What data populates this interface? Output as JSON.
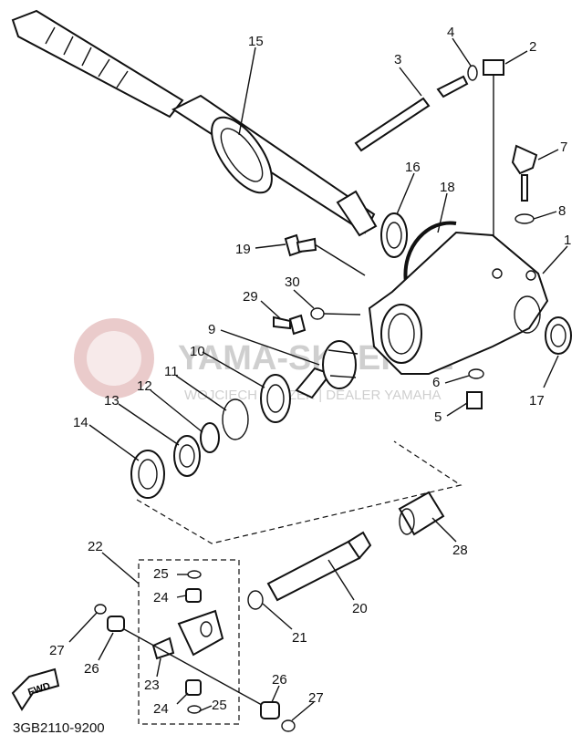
{
  "callouts": [
    {
      "id": "1",
      "label": "1"
    },
    {
      "id": "2",
      "label": "2"
    },
    {
      "id": "3",
      "label": "3"
    },
    {
      "id": "4",
      "label": "4"
    },
    {
      "id": "5",
      "label": "5"
    },
    {
      "id": "6",
      "label": "6"
    },
    {
      "id": "7",
      "label": "7"
    },
    {
      "id": "8",
      "label": "8"
    },
    {
      "id": "9",
      "label": "9"
    },
    {
      "id": "10",
      "label": "10"
    },
    {
      "id": "11",
      "label": "11"
    },
    {
      "id": "12",
      "label": "12"
    },
    {
      "id": "13",
      "label": "13"
    },
    {
      "id": "14",
      "label": "14"
    },
    {
      "id": "15",
      "label": "15"
    },
    {
      "id": "16",
      "label": "16"
    },
    {
      "id": "17",
      "label": "17"
    },
    {
      "id": "18",
      "label": "18"
    },
    {
      "id": "19",
      "label": "19"
    },
    {
      "id": "20",
      "label": "20"
    },
    {
      "id": "21",
      "label": "21"
    },
    {
      "id": "22",
      "label": "22"
    },
    {
      "id": "23",
      "label": "23"
    },
    {
      "id": "24a",
      "label": "24"
    },
    {
      "id": "24b",
      "label": "24"
    },
    {
      "id": "25a",
      "label": "25"
    },
    {
      "id": "25b",
      "label": "25"
    },
    {
      "id": "26a",
      "label": "26"
    },
    {
      "id": "26b",
      "label": "26"
    },
    {
      "id": "27a",
      "label": "27"
    },
    {
      "id": "27b",
      "label": "27"
    },
    {
      "id": "28",
      "label": "28"
    },
    {
      "id": "29",
      "label": "29"
    },
    {
      "id": "30",
      "label": "30"
    }
  ],
  "fwd_label": "FWD",
  "diagram_code": "3GB2110-9200",
  "watermark": {
    "brand": "YAMA-SKLEP.PL",
    "subtitle": "WOJCIECH PACZEK | DEALER YAMAHA"
  }
}
